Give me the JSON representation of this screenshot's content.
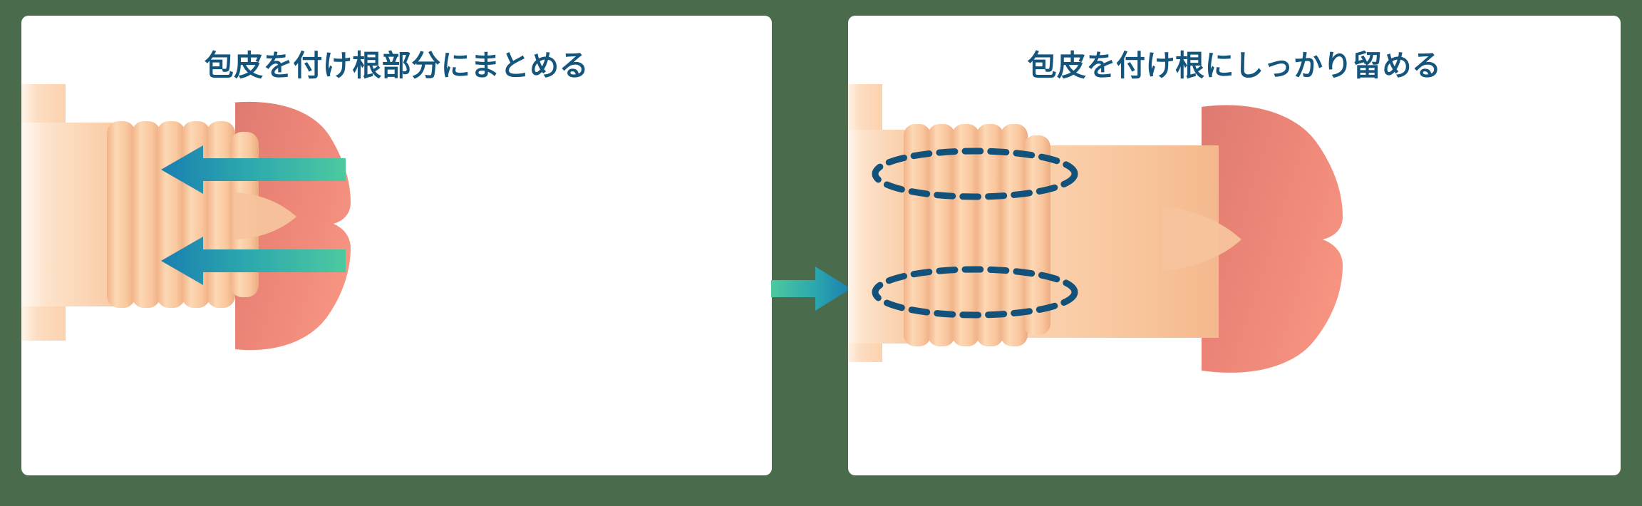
{
  "background": {
    "color": "#4a6b4c"
  },
  "panels": [
    {
      "id": "before",
      "title": "包皮を付け根部分にまとめる",
      "title_color": "#14557d",
      "illustration": {
        "name": "foreskin-gathered-at-base-diagram",
        "skin_color": "#f8c49a",
        "skin_light": "#fde0c6",
        "glans_color": "#e8776b",
        "glans_light": "#f4a08f",
        "fold_count": 6,
        "annotations": [
          {
            "type": "arrow",
            "name": "pull-back-arrow-upper",
            "direction": "left",
            "gradient_from": "#4dc9a0",
            "gradient_to": "#1a7fb0"
          },
          {
            "type": "arrow",
            "name": "pull-back-arrow-lower",
            "direction": "left",
            "gradient_from": "#4dc9a0",
            "gradient_to": "#1a7fb0"
          }
        ]
      }
    },
    {
      "id": "after",
      "title": "包皮を付け根にしっかり留める",
      "title_color": "#14557d",
      "illustration": {
        "name": "foreskin-secured-at-base-diagram",
        "skin_color": "#f8c49a",
        "skin_light": "#fde0c6",
        "glans_color": "#e8776b",
        "glans_light": "#f4a08f",
        "fold_count": 6,
        "annotations": [
          {
            "type": "dashed-ellipse",
            "name": "retention-ring-upper",
            "stroke": "#11517a",
            "dash": "22 14",
            "stroke_width": 9
          },
          {
            "type": "dashed-ellipse",
            "name": "retention-ring-lower",
            "stroke": "#11517a",
            "dash": "22 14",
            "stroke_width": 9
          }
        ]
      }
    }
  ],
  "transition": {
    "name": "step-transition-arrow",
    "direction": "right",
    "gradient_from": "#4dc9a0",
    "gradient_to": "#1a7fb0"
  }
}
